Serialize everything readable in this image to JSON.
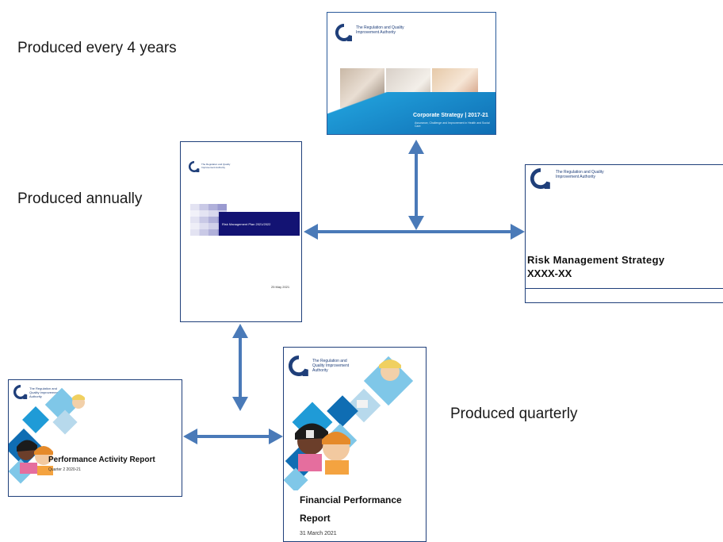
{
  "labels": {
    "every_4_years": "Produced every 4 years",
    "annually": "Produced annually",
    "quarterly": "Produced quarterly"
  },
  "org_name": "The Regulation and Quality Improvement Authority",
  "documents": {
    "corporate_strategy": {
      "title": "Corporate Strategy | 2017-21",
      "subtitle": "Assurance, Challenge and Improvement in Health and Social Care"
    },
    "risk_plan": {
      "title": "Risk Management Plan 2021/2022",
      "date": "25 May 2021"
    },
    "risk_strategy": {
      "title": "Risk Management Strategy",
      "years": "XXXX-XX"
    },
    "performance_activity": {
      "title": "Performance Activity Report",
      "period": "Quarter 2 2020-21"
    },
    "financial_performance": {
      "title_line1": "Financial Performance",
      "title_line2": "Report",
      "date": "31 March 2021"
    }
  },
  "icons": [
    "rqia-logo-icon",
    "people-photo",
    "cartoon-people-illustration",
    "bidirectional-arrow"
  ],
  "colors": {
    "arrow": "#4a7ab8",
    "brand": "#1f3f7a",
    "accent": "#1f9bd7"
  }
}
